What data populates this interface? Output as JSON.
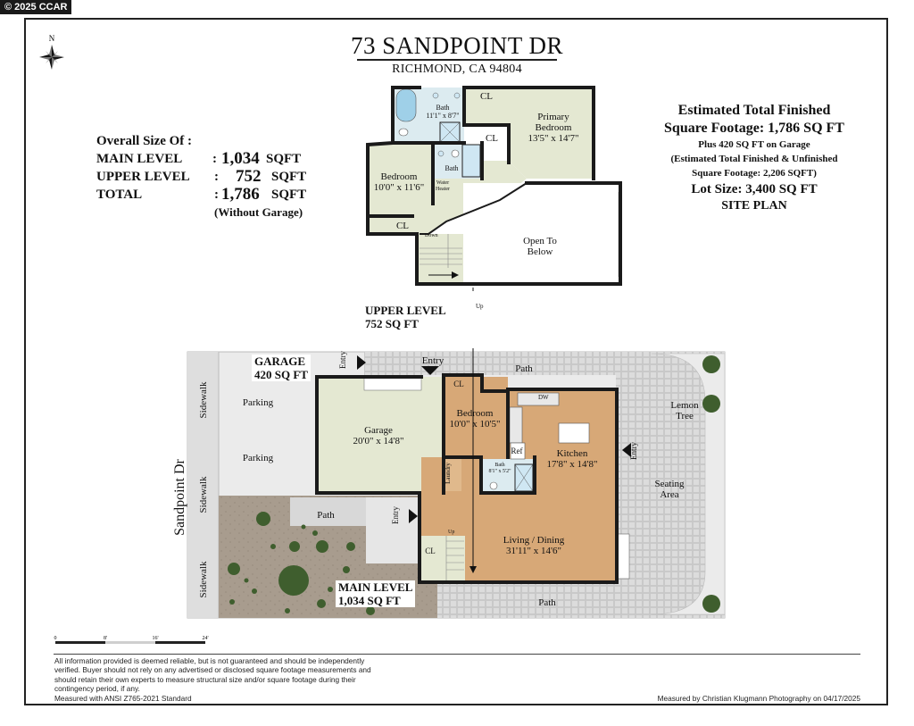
{
  "badge": "© 2025 CCAR",
  "compass_label": "N",
  "address": "73 SANDPOINT DR",
  "city_line": "RICHMOND, CA 94804",
  "overall": {
    "heading": "Overall Size Of :",
    "rows": [
      {
        "label": "MAIN LEVEL",
        "sep": ":",
        "value": "1,034",
        "unit": "SQFT"
      },
      {
        "label": "UPPER LEVEL",
        "sep": ":",
        "value": "752",
        "unit": "SQFT"
      },
      {
        "label": "TOTAL",
        "sep": ":",
        "value": "1,786",
        "unit": "SQFT"
      }
    ],
    "note": "(Without Garage)"
  },
  "estimate": {
    "line1": "Estimated Total Finished",
    "line2": "Square Footage: 1,786 SQ FT",
    "line3": "Plus 420 SQ FT on Garage",
    "line4": "(Estimated Total Finished & Unfinished",
    "line5": "Square Footage: 2,206 SQFT)",
    "line6": "Lot Size:  3,400 SQ FT",
    "line7": "SITE PLAN"
  },
  "upper_level": {
    "label": "UPPER LEVEL",
    "area": "752   SQ FT",
    "rooms": {
      "bath1": "Bath",
      "bath1_dim": "11'1\" x 8'7\"",
      "cl1": "CL",
      "cl2": "CL",
      "cl3": "CL",
      "primary": "Primary",
      "primary2": "Bedroom",
      "primary_dim": "13'5\" x 14'7\"",
      "bedroom": "Bedroom",
      "bedroom_dim": "10'0\" x 11'6\"",
      "bath2": "Bath",
      "water1": "Water",
      "water2": "Heater",
      "down": "Down",
      "open1": "Open To",
      "open2": "Below"
    }
  },
  "up_marker": "Up",
  "main_level": {
    "label": "MAIN LEVEL",
    "area": "1,034  SQ FT",
    "garage_label": "GARAGE",
    "garage_area": "420  SQ FT",
    "rooms": {
      "entry_top1": "Entry",
      "entry_top2": "Entry",
      "path_top": "Path",
      "path_left": "Path",
      "path_bottom": "Path",
      "parking1": "Parking",
      "parking2": "Parking",
      "garage": "Garage",
      "garage_dim": "20'0\" x 14'8\"",
      "cl_bed": "CL",
      "bedroom": "Bedroom",
      "bedroom_dim": "10'0\" x 10'5\"",
      "dw": "DW",
      "ref": "Ref",
      "kitchen": "Kitchen",
      "kitchen_dim": "17'8\" x 14'8\"",
      "laundry": "Laundry",
      "bath": "Bath",
      "bath_dim": "8'1\" x 5'2\"",
      "entry_left": "Entry",
      "entry_right": "Entry",
      "up": "Up",
      "cl_stair": "CL",
      "living": "Living / Dining",
      "living_dim": "31'11\" x 14'6\"",
      "lemon1": "Lemon",
      "lemon2": "Tree",
      "seating1": "Seating",
      "seating2": "Area"
    },
    "street": "Sandpoint Dr",
    "sidewalk": [
      "Sidewalk",
      "Sidewalk",
      "Sidewalk"
    ]
  },
  "scale_labels": [
    "0",
    "8'",
    "16'",
    "24'"
  ],
  "disclaimer": [
    "All information provided is deemed reliable, but is not guaranteed and should be independently",
    "verified. Buyer should not rely on any advertised or disclosed square footage measurements and",
    "should retain their own experts to measure structural size and/or square footage during their",
    "contingency period, if any."
  ],
  "standard": "Measured with ANSI Z765-2021 Standard",
  "measured_by": "Measured by Christian Klugmann Photography on 04/17/2025",
  "colors": {
    "frame": "#222222",
    "wall": "#1a1a1a",
    "carpet": "#e4e8d2",
    "wood": "#d7a877",
    "bath": "#dcebf0",
    "paving": "#d6d6d6",
    "soil": "#a89c8e",
    "tree": "#3f5e2e"
  }
}
